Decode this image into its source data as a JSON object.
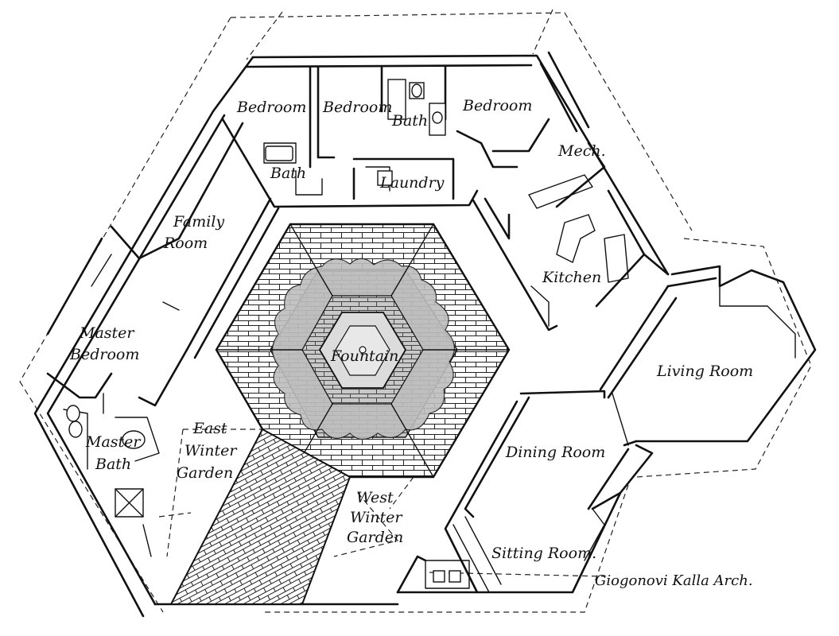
{
  "rooms": {
    "bedroom_1": "Bedroom",
    "bedroom_2": "Bedroom",
    "bedroom_3": "Bedroom",
    "bath_upper": "Bath",
    "bath_lower": "Bath",
    "laundry": "Laundry",
    "mech": "Mech.",
    "kitchen": "Kitchen",
    "family_room_line1": "Family",
    "family_room_line2": "Room",
    "master_bedroom_line1": "Master",
    "master_bedroom_line2": "Bedroom",
    "master_bath_line1": "Master",
    "master_bath_line2": "Bath",
    "east_garden_line1": "East",
    "east_garden_line2": "Winter",
    "east_garden_line3": "Garden",
    "west_garden_line1": "West",
    "west_garden_line2": "Winter",
    "west_garden_line3": "Garden",
    "fountain": "Fountain",
    "living_room": "Living Room",
    "dining_room": "Dining Room",
    "sitting_room": "Sitting Room."
  },
  "credit": "Giogonovi Kalla Arch."
}
